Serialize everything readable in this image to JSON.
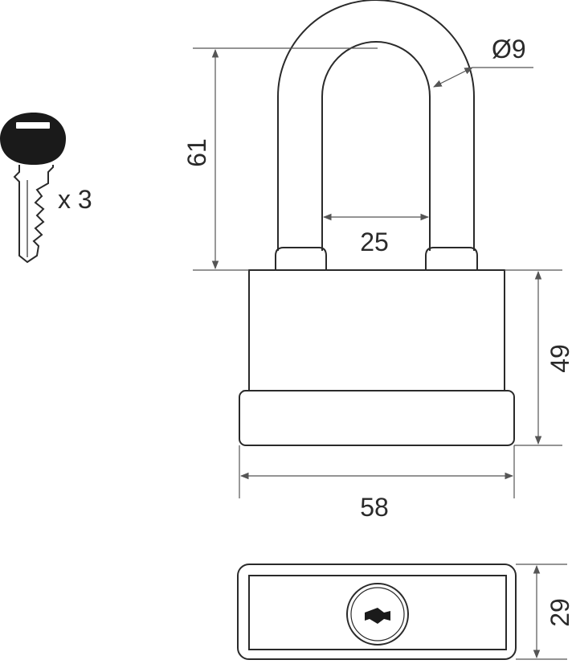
{
  "key_count_label": "x 3",
  "dimensions": {
    "shackle_height": "61",
    "shackle_diameter": "Ø9",
    "shackle_inner_width": "25",
    "body_height": "49",
    "body_width": "58",
    "body_depth": "29"
  },
  "colors": {
    "line": "#2a2a2a",
    "key_head": "#1a1a1a"
  }
}
